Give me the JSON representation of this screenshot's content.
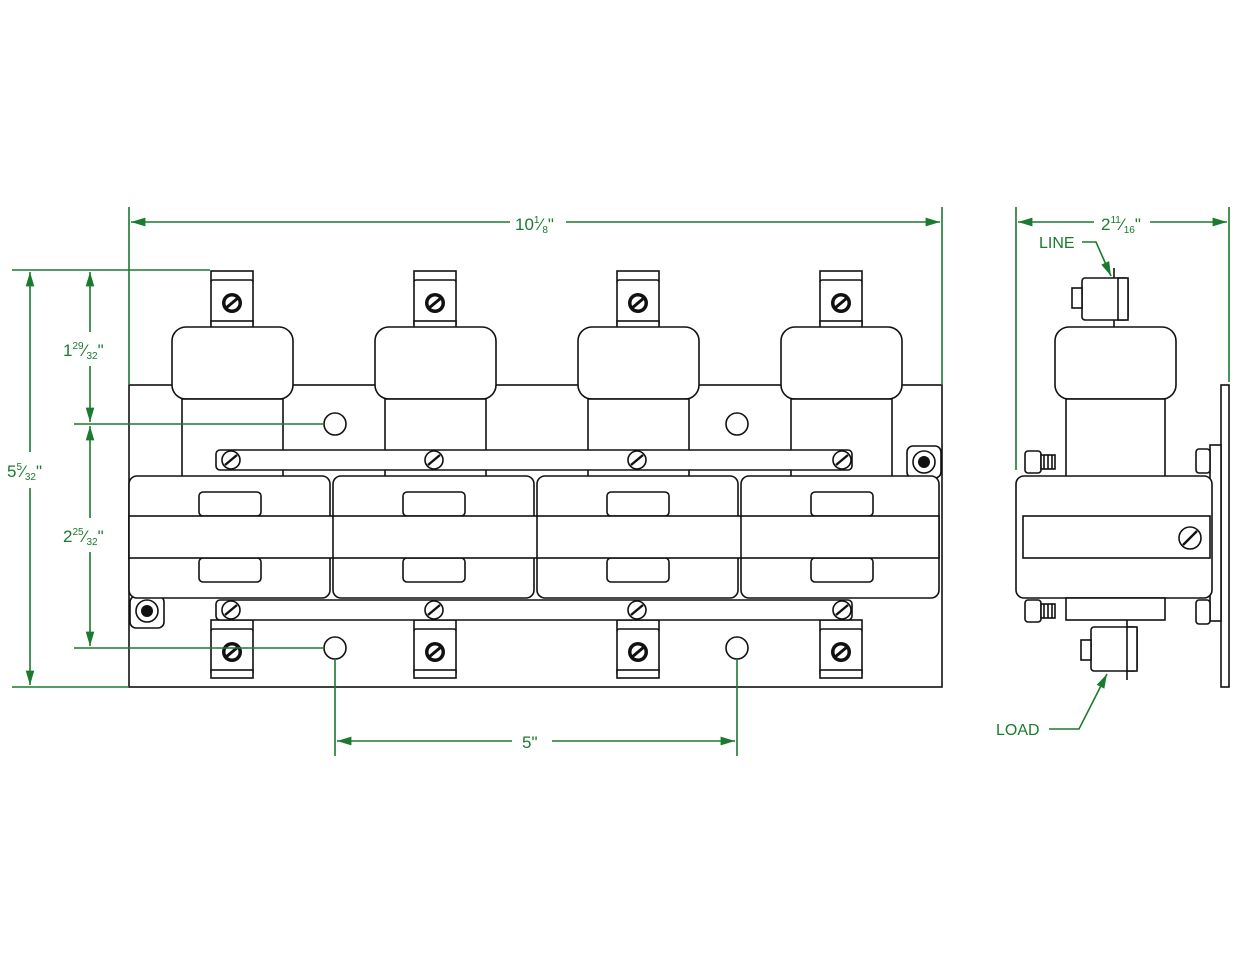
{
  "colors": {
    "dimension": "#1a7a2e",
    "outline": "#111111",
    "background": "#ffffff"
  },
  "front_view": {
    "width": {
      "whole": "10",
      "num": "1",
      "den": "8",
      "unit": "\""
    },
    "height": {
      "whole": "5",
      "num": "5",
      "den": "32",
      "unit": "\""
    },
    "top_to_hole": {
      "whole": "1",
      "num": "29",
      "den": "32",
      "unit": "\""
    },
    "hole_spacing_vertical": {
      "whole": "2",
      "num": "25",
      "den": "32",
      "unit": "\""
    },
    "hole_spacing_horizontal": {
      "text": "5\""
    }
  },
  "side_view": {
    "depth": {
      "whole": "2",
      "num": "11",
      "den": "16",
      "unit": "\""
    },
    "line_label": "LINE",
    "load_label": "LOAD"
  }
}
